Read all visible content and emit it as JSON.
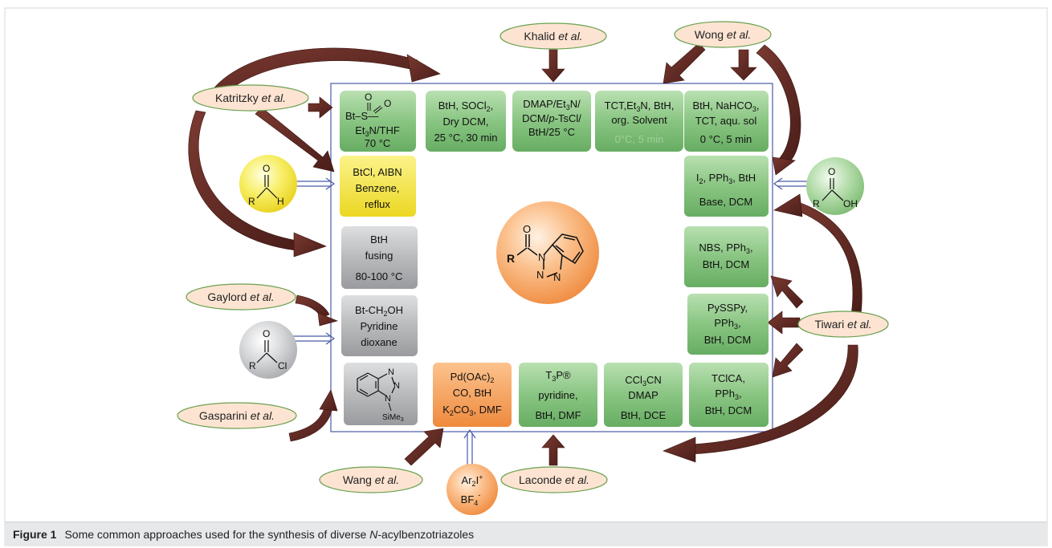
{
  "figure": {
    "caption_label": "Figure 1",
    "caption_text_pre": "Some common approaches used for the synthesis of diverse ",
    "caption_text_em": "N",
    "caption_text_post": "-acylbenzotriazoles"
  },
  "authors": {
    "katritzky": {
      "name": "Katritzky",
      "etal": "et al."
    },
    "khalid": {
      "name": "Khalid",
      "etal": "et al."
    },
    "wong": {
      "name": "Wong",
      "etal": "et al."
    },
    "gaylord": {
      "name": "Gaylord",
      "etal": "et al."
    },
    "gasparini": {
      "name": "Gasparini",
      "etal": "et al."
    },
    "wang": {
      "name": "Wang",
      "etal": "et al."
    },
    "laconde": {
      "name": "Laconde",
      "etal": "et al."
    },
    "tiwari": {
      "name": "Tiwari",
      "etal": "et al."
    }
  },
  "reagents": {
    "katritzky_sulfonyl": {
      "line1": "Et",
      "line1_sub": "3",
      "line1_post": "N/THF",
      "line2": "70 °C",
      "bt": "Bt",
      "s": "S",
      "o": "O"
    },
    "socl2": {
      "l1a": "BtH, SOCl",
      "l1sub": "2",
      "l1b": ",",
      "l2": "Dry DCM,",
      "l3": "25 °C, 30 min"
    },
    "tscl": {
      "l1a": "DMAP/Et",
      "l1sub": "3",
      "l1b": "N/",
      "l2a": "DCM/",
      "l2em": "p",
      "l2b": "-TsCl/",
      "l3": "BtH/25 °C"
    },
    "tct1": {
      "l1a": "TCT,Et",
      "l1sub": "3",
      "l1b": "N, BtH,",
      "l2": "org. Solvent",
      "l3": "0°C, 5 min"
    },
    "tct2": {
      "l1a": "BtH, NaHCO",
      "l1sub": "3",
      "l1b": ",",
      "l2": "TCT, aqu. sol",
      "l3": "0 °C, 5 min"
    },
    "btcl": {
      "l1": "BtCl, AIBN",
      "l2": "Benzene,",
      "l3": "reflux"
    },
    "i2": {
      "l1a": "I",
      "l1sub": "2",
      "l1b": ", PPh",
      "l1sub2": "3",
      "l1c": ", BtH",
      "l2": "Base, DCM"
    },
    "fusing": {
      "l1": "BtH",
      "l2": "fusing",
      "l3": "80-100 °C"
    },
    "nbs": {
      "l1a": "NBS, PPh",
      "l1sub": "3",
      "l1b": ",",
      "l2": "BtH, DCM"
    },
    "btch2oh": {
      "l1a": "Bt-CH",
      "l1sub": "2",
      "l1b": "OH",
      "l2": "Pyridine",
      "l3": "dioxane"
    },
    "pysspy": {
      "l1": "PySSPy,",
      "l2a": "PPh",
      "l2sub": "3",
      "l2b": ",",
      "l3": "BtH, DCM"
    },
    "btsime3": {
      "sime3": "SiMe",
      "sime3_sub": "3",
      "n": "N"
    },
    "pd": {
      "l1a": "Pd(OAc)",
      "l1sub": "2",
      "l2": "CO, BtH",
      "l3a": "K",
      "l3sub": "2",
      "l3b": "CO",
      "l3sub2": "3",
      "l3c": ", DMF"
    },
    "t3p": {
      "l1a": "T",
      "l1sub": "3",
      "l1b": "P®",
      "l2": "pyridine,",
      "l3": "BtH, DMF"
    },
    "ccl3cn": {
      "l1a": "CCl",
      "l1sub": "3",
      "l1b": "CN",
      "l2": "DMAP",
      "l3": "BtH, DCE"
    },
    "tcica": {
      "l1": "TClCA,",
      "l2a": "PPh",
      "l2sub": "3",
      "l2b": ",",
      "l3": "BtH, DCM"
    }
  },
  "substrates": {
    "aldehyde": {
      "o": "O",
      "r": "R",
      "h": "H"
    },
    "acid": {
      "o": "O",
      "r": "R",
      "oh": "OH"
    },
    "acyl_chloride": {
      "o": "O",
      "r": "R",
      "cl": "Cl"
    },
    "iodonium": {
      "l1a": "Ar",
      "l1sub": "2",
      "l1b": "I",
      "l1sup": "+",
      "l2a": "BF",
      "l2sub": "4",
      "l2sup": "-"
    },
    "product": {
      "o": "O",
      "r": "R",
      "n": "N"
    }
  },
  "colors": {
    "green": "#8ec98a",
    "yellow": "#f2e440",
    "gray": "#b7b8ba",
    "orange": "#f5a45f",
    "arrow": "#5b2722",
    "cloud": "#fde4d2",
    "frame": "#4a5aa8"
  }
}
